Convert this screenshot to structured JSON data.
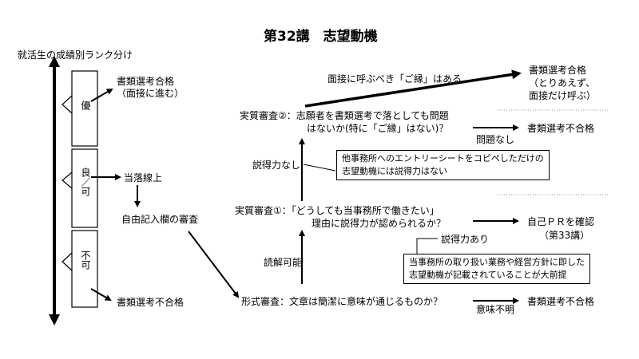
{
  "title": "第32講　志望動機",
  "left": {
    "heading": "就活生の成績別ランク分け",
    "rank_excellent": "優",
    "rank_good": "良／可",
    "rank_fail": "不可",
    "excellent_result_1": "書類選考合格",
    "excellent_result_2": "（面接に進む）",
    "borderline": "当落線上",
    "free_field_review": "自由記入欄の審査",
    "fail_result": "書類選考不合格"
  },
  "flow": {
    "formal_review": "形式審査：文章は簡潔に意味が通じるものか？",
    "meaning_unclear": "意味不明",
    "formal_fail": "書類選考不合格",
    "readable": "読解可能",
    "substantive1_line1": "実質審査①：「どうしても当事務所で働きたい」",
    "substantive1_line2": "理由に説得力が認められるか？",
    "persuasive": "説得力あり",
    "self_pr_1": "自己ＰＲを確認",
    "self_pr_2": "（第33講）",
    "callout_persuasive_1": "当事務所の取り扱い業務や経営方針に即した",
    "callout_persuasive_2": "志望動機が記載されていることが大前提",
    "not_persuasive": "説得力なし",
    "callout_not_persuasive_1": "他事務所へのエントリーシートをコピペしただけの",
    "callout_not_persuasive_2": "志望動機には説得力はない",
    "substantive2_line1": "実質審査②：志願者を書類選考で落としても問題",
    "substantive2_line2": "はないか(特に「ご縁」はない)？",
    "no_problem": "問題なし",
    "sub2_fail": "書類選考不合格",
    "bond_exists": "面接に呼ぶべき「ご縁」はある",
    "final_pass_1": "書類選考合格",
    "final_pass_2": "（とりあえず、",
    "final_pass_3": "面接だけ呼ぶ）"
  }
}
